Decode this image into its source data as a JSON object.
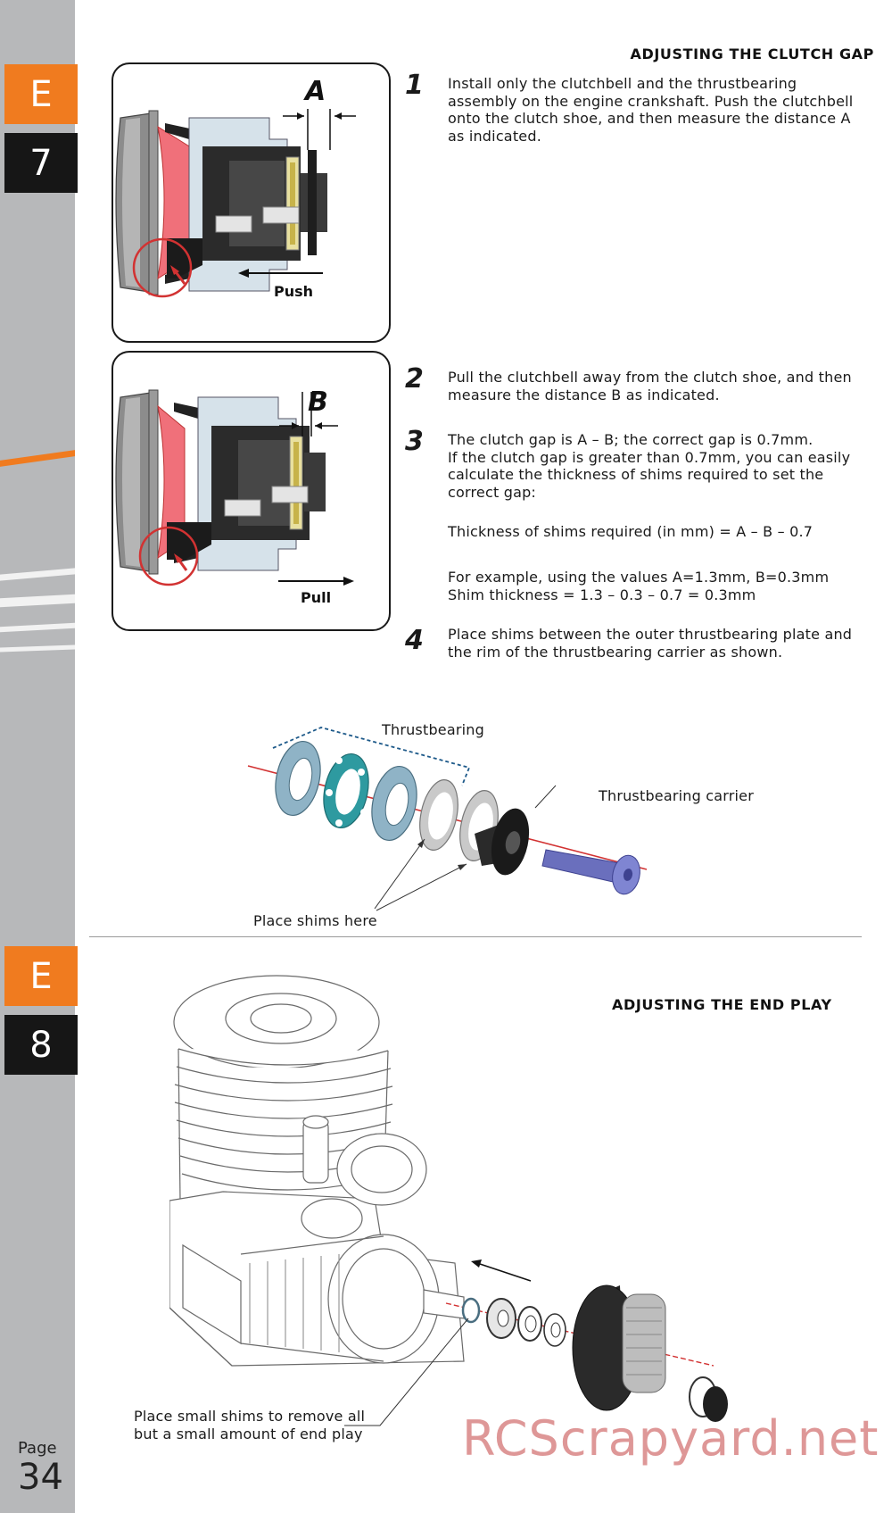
{
  "sidebar": {
    "sections": [
      {
        "letter": "E",
        "number": "7"
      },
      {
        "letter": "E",
        "number": "8"
      }
    ],
    "page_label": "Page",
    "page_number": "34"
  },
  "section_clutch": {
    "title": "ADJUSTING THE CLUTCH GAP",
    "figure1": {
      "dimension_label": "A",
      "direction": "Push"
    },
    "figure2": {
      "dimension_label": "B",
      "direction": "Pull"
    },
    "steps": [
      {
        "num": "1",
        "lines": [
          "Install only the clutchbell and the thrustbearing",
          "assembly on the engine crankshaft. Push the clutchbell",
          "onto the clutch shoe, and then measure the distance A",
          "as indicated."
        ]
      },
      {
        "num": "2",
        "lines": [
          "Pull the clutchbell away from the clutch shoe, and then",
          "measure the distance B as indicated."
        ]
      },
      {
        "num": "3",
        "lines": [
          "The clutch gap is A – B; the correct gap is 0.7mm.",
          "If the clutch gap is greater than 0.7mm, you can easily",
          "calculate the thickness of shims required to set the",
          "correct gap:"
        ]
      },
      {
        "num": "4",
        "lines": [
          "Place shims between the outer thrustbearing plate and",
          "the rim of the thrustbearing carrier as shown."
        ]
      }
    ],
    "formula": "Thickness of shims required (in mm) = A – B – 0.7",
    "example_lines": [
      "For example, using the values A=1.3mm, B=0.3mm",
      "Shim thickness = 1.3 – 0.3 – 0.7 = 0.3mm"
    ],
    "exploded": {
      "thrustbearing": "Thrustbearing",
      "carrier": "Thrustbearing carrier",
      "shims": "Place shims here"
    }
  },
  "section_endplay": {
    "title": "ADJUSTING THE END PLAY",
    "caption_lines": [
      "Place small shims to remove all",
      "but a small amount of end play"
    ]
  },
  "watermark": "RCScrapyard.net",
  "colors": {
    "orange": "#f07b1f",
    "dark": "#161616",
    "sidebar": "#b7b8ba",
    "accent_red": "#d23232",
    "thrust_blue": "#8fb3c6",
    "cage_teal": "#2e9aa0",
    "screw_blue": "#6a6fbd"
  }
}
